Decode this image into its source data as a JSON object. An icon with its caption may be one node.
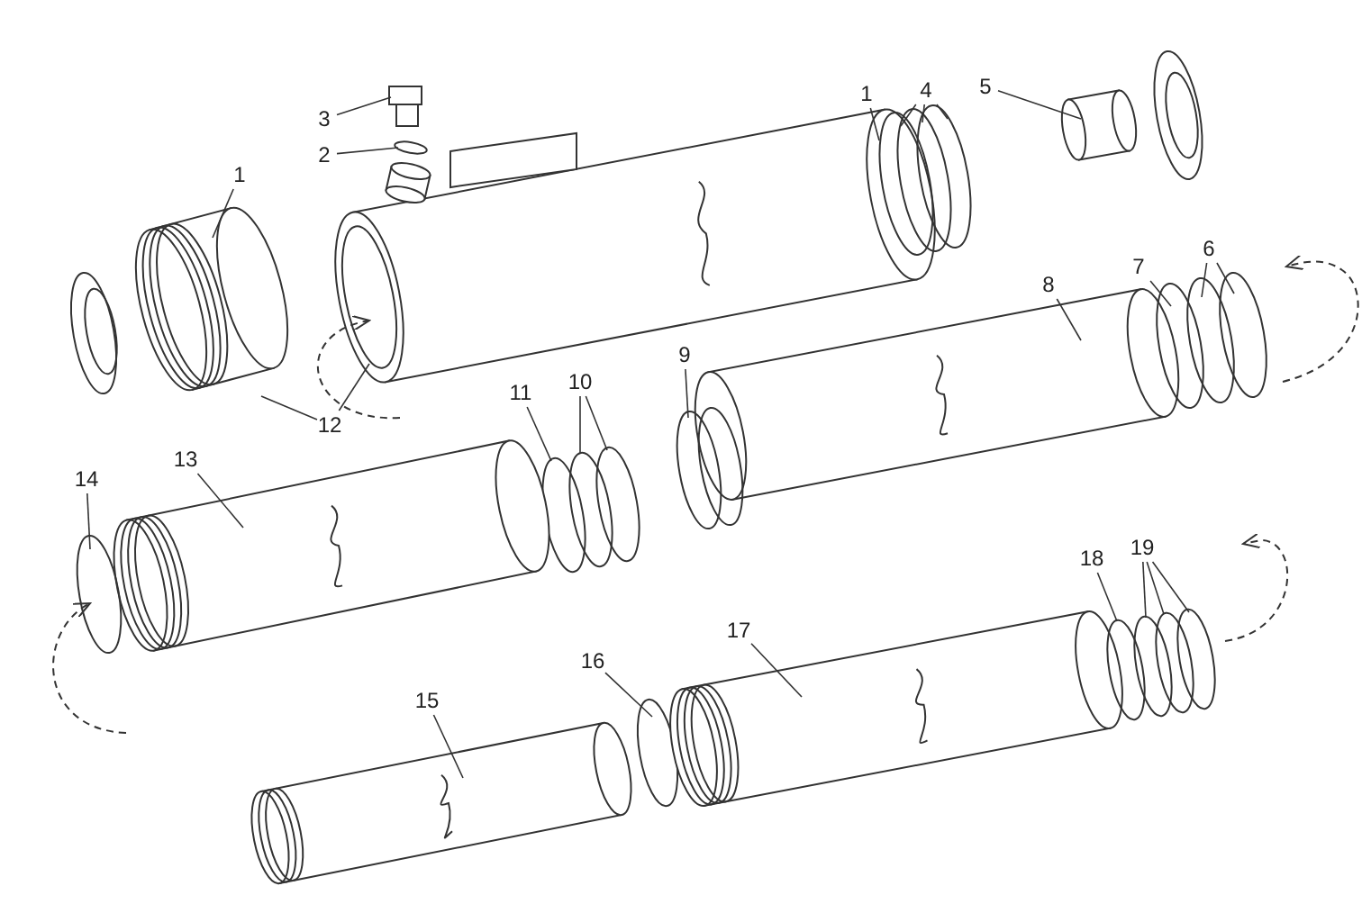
{
  "diagram": {
    "nodes": [
      {
        "text": [
          "1"
        ]
      },
      {
        "text": [
          "3"
        ]
      },
      {
        "text": [
          "2"
        ]
      },
      {
        "text": [
          "1"
        ]
      },
      {
        "text": [
          "4"
        ]
      },
      {
        "text": [
          "5"
        ]
      },
      {
        "text": [
          "6"
        ]
      },
      {
        "text": [
          "7"
        ]
      },
      {
        "text": [
          "8"
        ]
      },
      {
        "text": [
          "9"
        ]
      },
      {
        "text": [
          "10"
        ]
      },
      {
        "text": [
          "11"
        ]
      },
      {
        "text": [
          "12"
        ]
      },
      {
        "text": [
          "13"
        ]
      },
      {
        "text": [
          "14"
        ]
      },
      {
        "text": [
          "15"
        ]
      },
      {
        "text": [
          "16"
        ]
      },
      {
        "text": [
          "17"
        ]
      },
      {
        "text": [
          "18"
        ]
      },
      {
        "text": [
          "19"
        ]
      },
      {
        "text": [],
        "shape": "picture"
      },
      {
        "text": [],
        "shape": "circle"
      },
      {
        "text": [],
        "shape": "picture"
      },
      {
        "text": [],
        "shape": "picture"
      },
      {
        "text": [],
        "shape": "circle"
      },
      {
        "text": [],
        "shape": "circle"
      },
      {
        "text": [],
        "shape": "circle"
      },
      {
        "text": [],
        "shape": "picture"
      },
      {
        "text": [],
        "shape": "picture"
      },
      {
        "text": [],
        "shape": "circle"
      },
      {
        "text": [],
        "shape": "circle"
      },
      {
        "text": [],
        "shape": "circle"
      },
      {
        "text": [],
        "shape": "circle"
      },
      {
        "text": [],
        "shape": "circle"
      },
      {
        "text": [],
        "shape": "circle"
      },
      {
        "text": [],
        "shape": "circle"
      },
      {
        "text": [],
        "shape": "picture"
      },
      {
        "text": [],
        "shape": "circle"
      },
      {
        "text": [],
        "shape": "picture"
      },
      {
        "text": [],
        "shape": "circle"
      },
      {
        "text": [],
        "shape": "picture"
      },
      {
        "text": [],
        "shape": "circle"
      },
      {
        "text": [],
        "shape": "circle"
      },
      {
        "text": [],
        "shape": "circle"
      },
      {
        "text": [],
        "shape": "circle"
      }
    ],
    "edges": [
      {
        "from": 0,
        "to": 22,
        "arrow": "none"
      },
      {
        "from": 1,
        "to": 20,
        "arrow": "none"
      },
      {
        "from": 2,
        "to": 21,
        "arrow": "none"
      },
      {
        "from": 3,
        "to": 23,
        "arrow": "none"
      },
      {
        "from": 4,
        "to": 24,
        "arrow": "none"
      },
      {
        "from": 4,
        "to": 25,
        "arrow": "none"
      },
      {
        "from": 4,
        "to": 26,
        "arrow": "none"
      },
      {
        "from": 5,
        "to": 27,
        "arrow": "none"
      },
      {
        "from": 6,
        "to": 30,
        "arrow": "none"
      },
      {
        "from": 6,
        "to": 31,
        "arrow": "none"
      },
      {
        "from": 7,
        "to": 29,
        "arrow": "none"
      },
      {
        "from": 8,
        "to": 28,
        "arrow": "none"
      },
      {
        "from": 9,
        "to": 32,
        "arrow": "none"
      },
      {
        "from": 10,
        "to": 34,
        "arrow": "none"
      },
      {
        "from": 10,
        "to": 35,
        "arrow": "none"
      },
      {
        "from": 11,
        "to": 33,
        "arrow": "none"
      },
      {
        "from": 12,
        "to": 22,
        "arrow": "none"
      },
      {
        "from": 12,
        "to": 23,
        "arrow": "none"
      },
      {
        "from": 13,
        "to": 36,
        "arrow": "none"
      },
      {
        "from": 14,
        "to": 37,
        "arrow": "none"
      },
      {
        "from": 15,
        "to": 38,
        "arrow": "none"
      },
      {
        "from": 16,
        "to": 39,
        "arrow": "none"
      },
      {
        "from": 17,
        "to": 40,
        "arrow": "none"
      },
      {
        "from": 18,
        "to": 41,
        "arrow": "none"
      },
      {
        "from": 19,
        "to": 42,
        "arrow": "none"
      },
      {
        "from": 19,
        "to": 43,
        "arrow": "none"
      },
      {
        "from": 19,
        "to": 44,
        "arrow": "none"
      }
    ]
  }
}
